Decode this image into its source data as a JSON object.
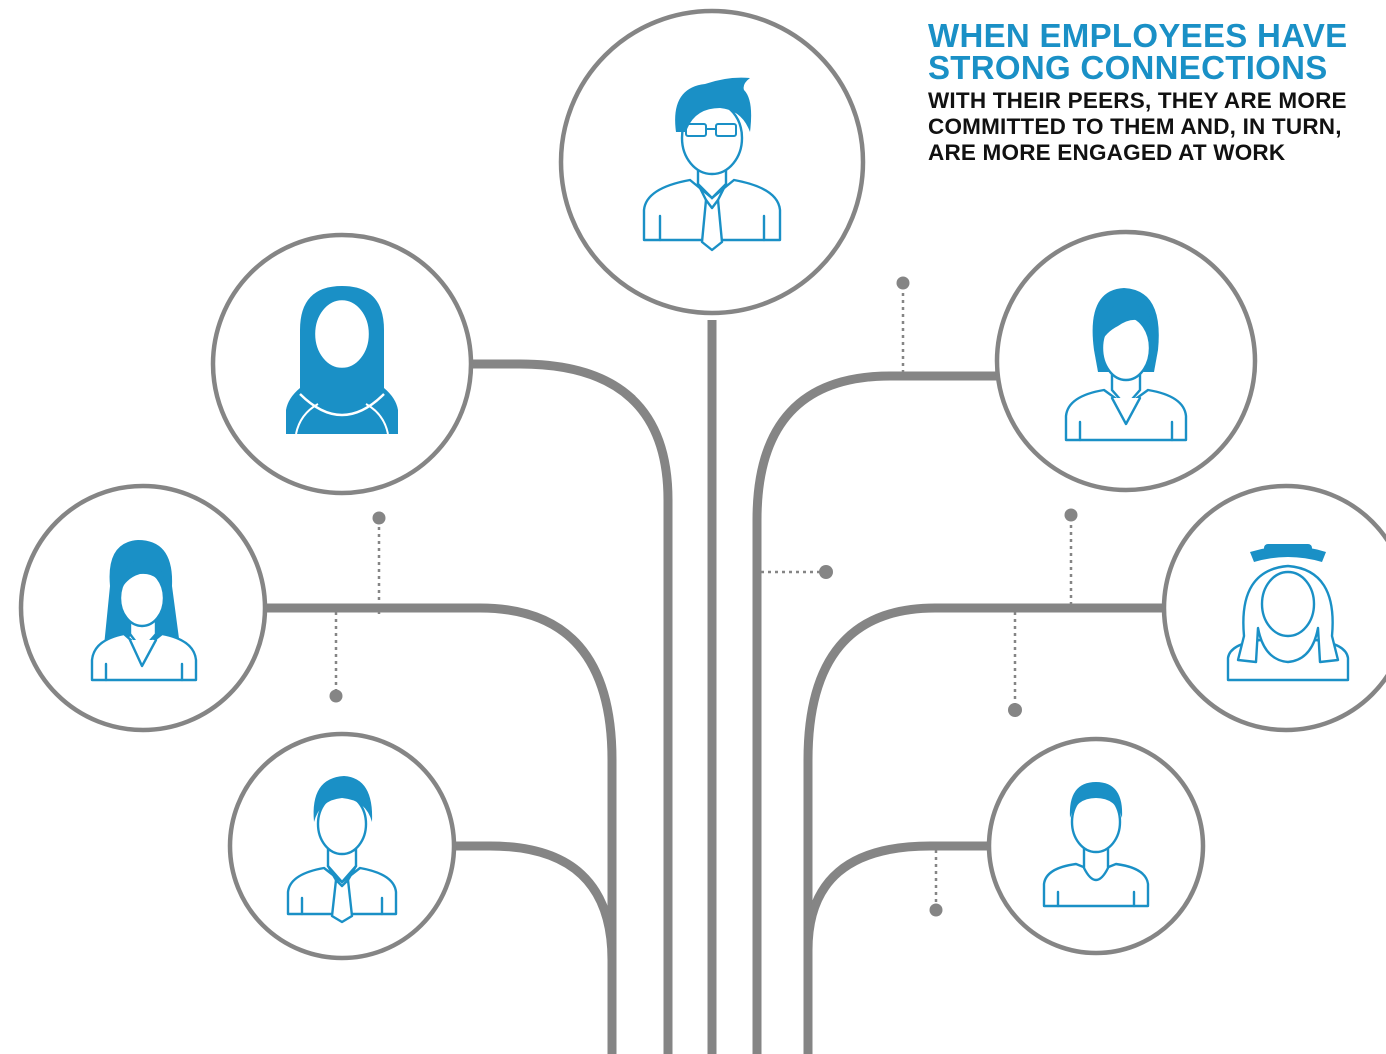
{
  "headline": {
    "title_line1": "WHEN EMPLOYEES HAVE",
    "title_line2": "STRONG CONNECTIONS",
    "body_line1": "WITH THEIR PEERS, THEY ARE MORE",
    "body_line2": "COMMITTED TO THEM AND, IN TURN,",
    "body_line3": "ARE MORE ENGAGED AT WORK"
  },
  "colors": {
    "accent": "#1a90c6",
    "line": "#858585",
    "text": "#111111",
    "background": "#ffffff"
  },
  "people": [
    {
      "name": "man-with-glasses",
      "icon": "man-glasses-tie-icon"
    },
    {
      "name": "woman-hijab",
      "icon": "woman-hijab-icon"
    },
    {
      "name": "woman-long-hair",
      "icon": "woman-long-hair-icon"
    },
    {
      "name": "man-tie",
      "icon": "man-tie-icon"
    },
    {
      "name": "woman-short-hair",
      "icon": "woman-short-hair-icon"
    },
    {
      "name": "man-ghutra",
      "icon": "man-ghutra-icon"
    },
    {
      "name": "man-collar",
      "icon": "man-collar-icon"
    }
  ]
}
